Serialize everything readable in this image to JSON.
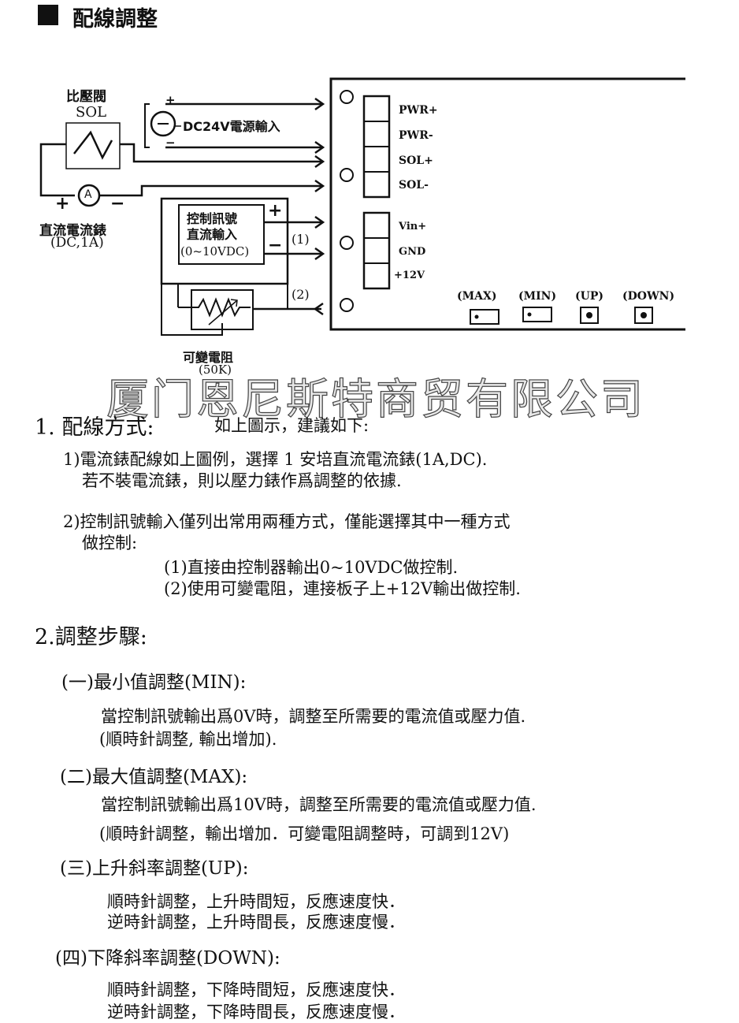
{
  "header": {
    "title": "配線調整"
  },
  "diagram": {
    "sol_label": "比壓閥",
    "sol_name": "SOL",
    "plus": "+",
    "minus": "−",
    "dc_input": "DC24V電源輸入",
    "meter_symbol": "A",
    "meter_label": "直流電流錶",
    "meter_spec": "(DC,1A)",
    "ctrl_line1": "控制訊號",
    "ctrl_line2": "直流輸入",
    "ctrl_line3": "(0~10VDC)",
    "path1": "(1)",
    "path2": "(2)",
    "resistor_label": "可變電阻",
    "resistor_value": "(50K)",
    "terminals": [
      "PWR+",
      "PWR-",
      "SOL+",
      "SOL-",
      "Vin+",
      "GND",
      "+12V"
    ],
    "pots": [
      "(MAX)",
      "(MIN)",
      "(UP)",
      "(DOWN)"
    ]
  },
  "watermark": "厦门恩尼斯特商贸有限公司",
  "section1": {
    "heading": "1. 配線方式:",
    "intro": "如上圖示，建議如下:",
    "item1_line1": "1)電流錶配線如上圖例，選擇 1 安培直流電流錶(1A,DC).",
    "item1_line2": "若不裝電流錶，則以壓力錶作爲調整的依據.",
    "item2_line1": "2)控制訊號輸入僅列出常用兩種方式，僅能選擇其中一種方式",
    "item2_line2": "做控制:",
    "item2_sub1": "(1)直接由控制器輸出0~10VDC做控制.",
    "item2_sub2": "(2)使用可變電阻，連接板子上+12V輸出做控制."
  },
  "section2": {
    "heading": "2.調整步驟:",
    "step1_title": "(一)最小值調整(MIN):",
    "step1_line1": "當控制訊號輸出爲0V時，調整至所需要的電流值或壓力值.",
    "step1_line2": "(順時針調整, 輸出增加).",
    "step2_title": "(二)最大值調整(MAX):",
    "step2_line1": "當控制訊號輸出爲10V時，調整至所需要的電流值或壓力值.",
    "step2_line2": "(順時針調整，輸出增加．可變電阻調整時，可調到12V)",
    "step3_title": "(三)上升斜率調整(UP):",
    "step3_line1": "順時針調整，上升時間短，反應速度快．",
    "step3_line2": "逆時針調整，上升時間長，反應速度慢．",
    "step4_title": "(四)下降斜率調整(DOWN):",
    "step4_line1": "順時針調整，下降時間短，反應速度快．",
    "step4_line2": "逆時針調整，下降時間長，反應速度慢．"
  }
}
